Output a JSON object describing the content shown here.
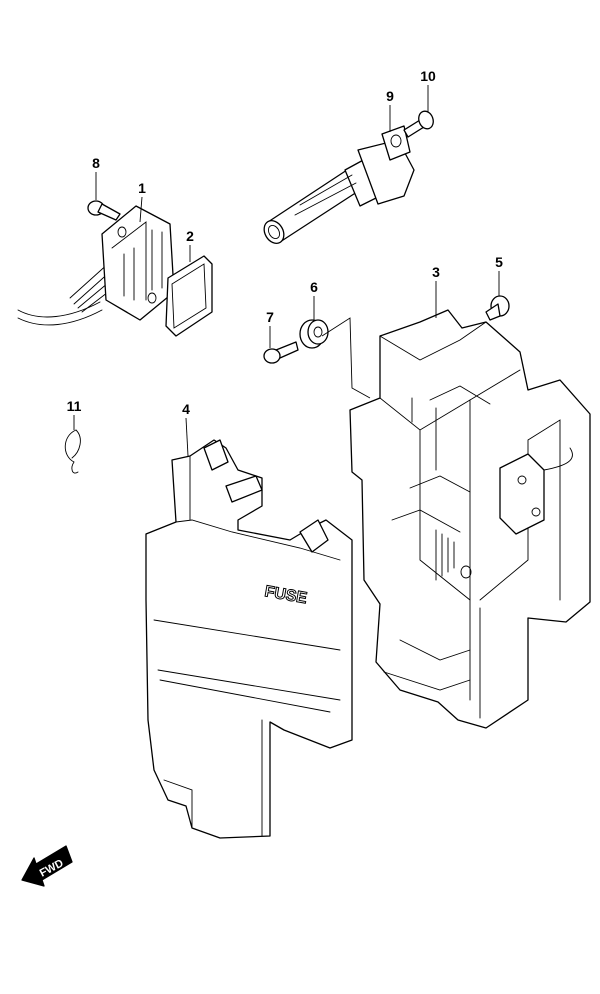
{
  "diagram": {
    "parts": [
      {
        "number": "1",
        "name": "rectifier-regulator"
      },
      {
        "number": "2",
        "name": "gasket"
      },
      {
        "number": "3",
        "name": "electrical-box"
      },
      {
        "number": "4",
        "name": "fuse-box-cover"
      },
      {
        "number": "5",
        "name": "clip"
      },
      {
        "number": "6",
        "name": "grommet"
      },
      {
        "number": "7",
        "name": "bolt"
      },
      {
        "number": "8",
        "name": "bolt"
      },
      {
        "number": "9",
        "name": "ignition-coil"
      },
      {
        "number": "10",
        "name": "bolt"
      },
      {
        "number": "11",
        "name": "clip"
      }
    ],
    "cover_label": "FUSE",
    "direction_label": "FWD"
  }
}
